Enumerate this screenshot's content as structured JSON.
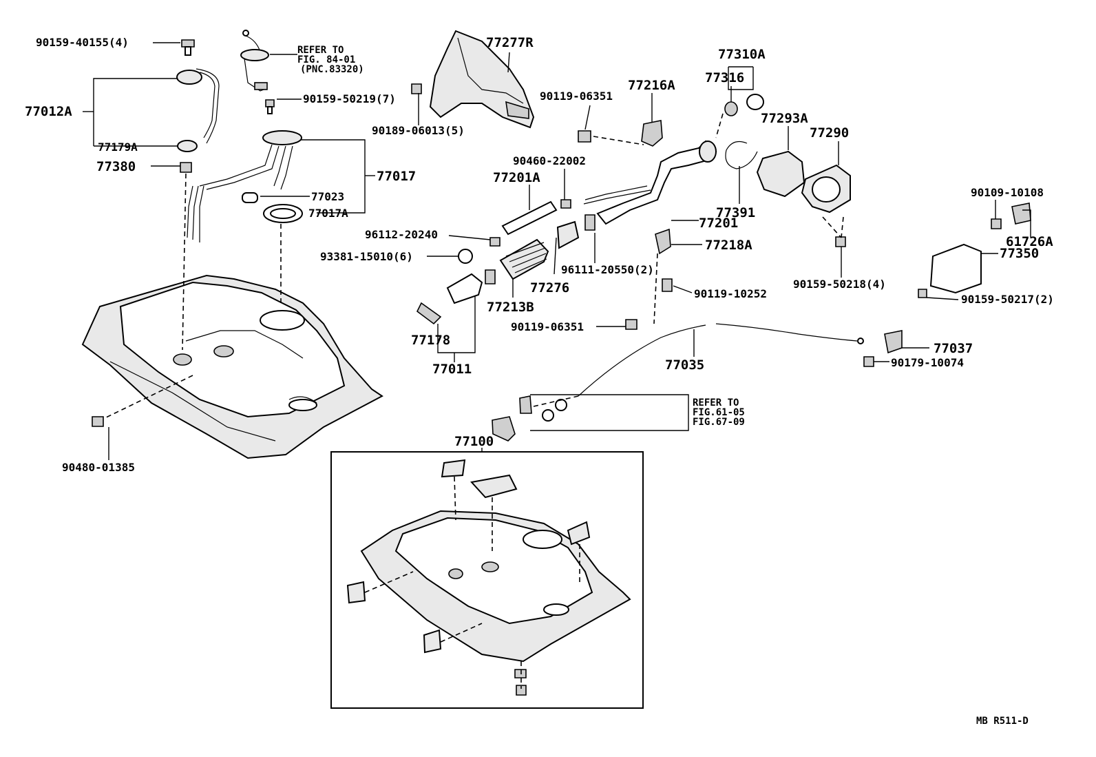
{
  "diagram_id": "MB R511-D",
  "parts": {
    "p_90159_40155": "90159-40155(4)",
    "p_77012A": "77012A",
    "p_77179A": "77179A",
    "p_77380": "77380",
    "p_90159_50219": "90159-50219(7)",
    "p_77017": "77017",
    "p_77023": "77023",
    "p_77017A": "77017A",
    "p_77277R": "77277R",
    "p_90189_06013": "90189-06013(5)",
    "p_90119_06351_a": "90119-06351",
    "p_77216A": "77216A",
    "p_77310A": "77310A",
    "p_77316": "77316",
    "p_77293A": "77293A",
    "p_77290": "77290",
    "p_90460_22002": "90460-22002",
    "p_77201A": "77201A",
    "p_96112_20240": "96112-20240",
    "p_93381_15010": "93381-15010(6)",
    "p_77276": "77276",
    "p_96111_20550": "96111-20550(2)",
    "p_77213B": "77213B",
    "p_77178": "77178",
    "p_77011": "77011",
    "p_77391": "77391",
    "p_77201": "77201",
    "p_77218A": "77218A",
    "p_90119_10252": "90119-10252",
    "p_90119_06351_b": "90119-06351",
    "p_90109_10108": "90109-10108",
    "p_61726A": "61726A",
    "p_77350": "77350",
    "p_90159_50218": "90159-50218(4)",
    "p_90159_50217": "90159-50217(2)",
    "p_77035": "77035",
    "p_77037": "77037",
    "p_90179_10074": "90179-10074",
    "p_77100": "77100",
    "p_90480_01385": "90480-01385"
  },
  "references": {
    "ref_a_line1": "REFER TO",
    "ref_a_line2": "FIG. 84-01",
    "ref_a_line3": "(PNC.83320)",
    "ref_b_line1": "REFER TO",
    "ref_b_line2": "FIG.61-05",
    "ref_b_line3": "FIG.67-09"
  }
}
